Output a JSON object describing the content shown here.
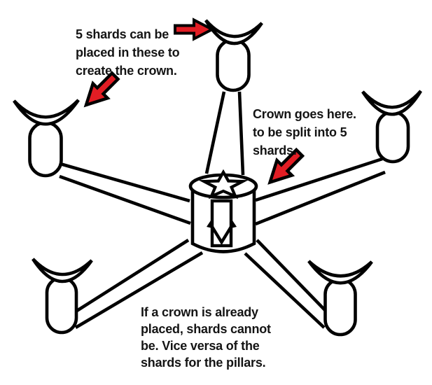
{
  "annotations": {
    "pillars_note": {
      "lines": [
        "5 shards can be",
        "placed in these to",
        "create the crown."
      ]
    },
    "crown_note": {
      "lines": [
        "Crown goes here.",
        "to be split into 5",
        "shards."
      ]
    },
    "rule_note": {
      "lines": [
        "If a crown is already",
        "placed, shards cannot",
        "be. Vice versa of the",
        "shards for the pillars."
      ]
    }
  },
  "colors": {
    "arrow_red": "#e21d24",
    "outline_black": "#000000",
    "background": "#ffffff",
    "text": "#141414"
  },
  "icons": {
    "red_arrow": "red-arrow-icon",
    "star": "star-icon",
    "down_arrow": "down-arrow-icon"
  }
}
